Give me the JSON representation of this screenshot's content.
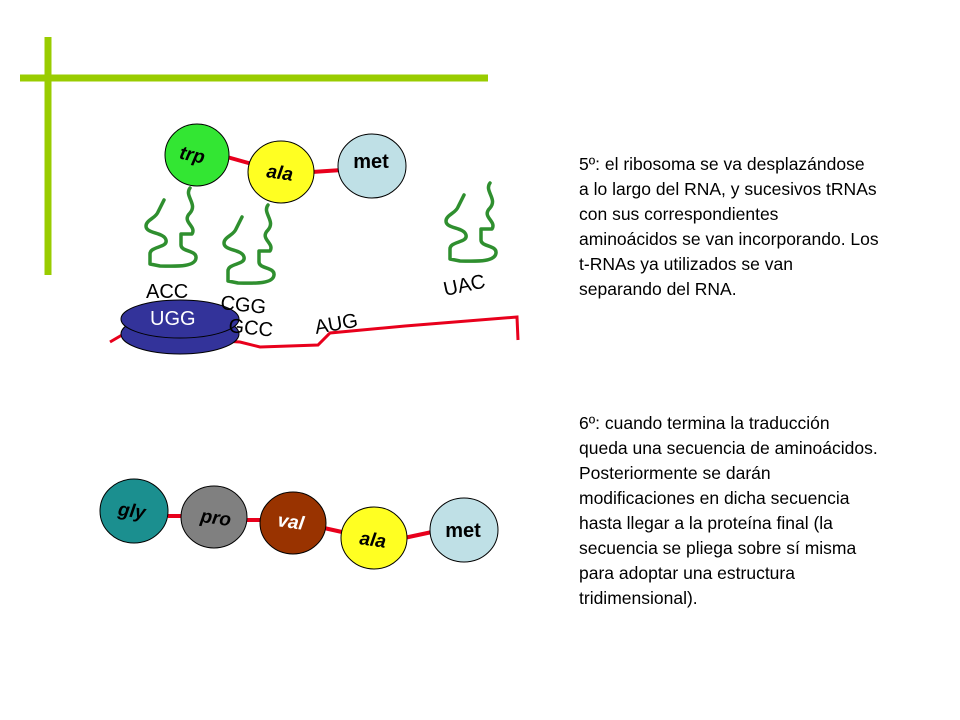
{
  "colors": {
    "accent_green": "#99cc00",
    "mrna_red": "#e8001c",
    "trna_green": "#2f8f2f",
    "ribosome": "#33339a",
    "trp": "#33e633",
    "ala": "#ffff22",
    "met": "#bfe0e6",
    "gly": "#1b8f8f",
    "pro": "#808080",
    "val": "#993300"
  },
  "top": {
    "amino_acids": {
      "trp": "trp",
      "ala": "ala",
      "met": "met"
    },
    "anticodons": {
      "acc": "ACC",
      "cgg": "CGG",
      "uac": "UAC"
    },
    "codons": {
      "ugg": "UGG",
      "gcc": "GCC",
      "aug": "AUG"
    }
  },
  "bottom": {
    "amino_acids": {
      "gly": "gly",
      "pro": "pro",
      "val": "val",
      "ala": "ala",
      "met": "met"
    }
  },
  "text": {
    "step5": "5º: el ribosoma se va desplazándose a lo largo del RNA, y sucesivos tRNAs con sus correspondientes aminoácidos se van incorporando. Los t-RNAs ya utilizados se van separando del RNA.",
    "step6": "6º: cuando termina la traducción queda una secuencia de aminoácidos. Posteriormente se darán modificaciones en dicha secuencia hasta llegar a la proteína final (la secuencia se pliega sobre sí misma para adoptar una estructura tridimensional)."
  }
}
